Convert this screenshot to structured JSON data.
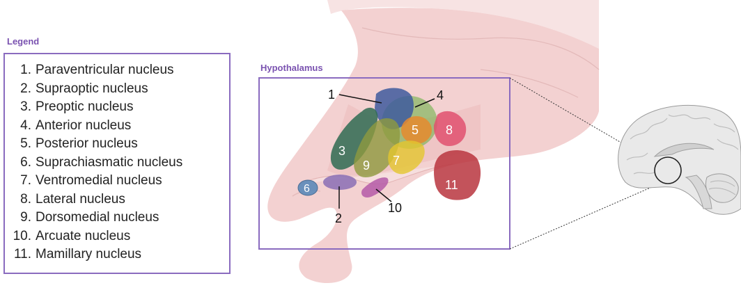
{
  "legend": {
    "title": "Legend",
    "items": [
      {
        "num": "1.",
        "label": "Paraventricular nucleus"
      },
      {
        "num": "2.",
        "label": "Supraoptic nucleus"
      },
      {
        "num": "3.",
        "label": "Preoptic nucleus"
      },
      {
        "num": "4.",
        "label": "Anterior nucleus"
      },
      {
        "num": "5.",
        "label": "Posterior nucleus"
      },
      {
        "num": "6.",
        "label": "Suprachiasmatic nucleus"
      },
      {
        "num": "7.",
        "label": "Ventromedial nucleus"
      },
      {
        "num": "8.",
        "label": "Lateral nucleus"
      },
      {
        "num": "9.",
        "label": "Dorsomedial nucleus"
      },
      {
        "num": "10.",
        "label": "Arcuate nucleus"
      },
      {
        "num": "11.",
        "label": "Mamillary nucleus"
      }
    ]
  },
  "diagram": {
    "title": "Hypothalamus",
    "labels": {
      "n1": "1",
      "n2": "2",
      "n3": "3",
      "n4": "4",
      "n5": "5",
      "n6": "6",
      "n7": "7",
      "n8": "8",
      "n9": "9",
      "n10": "10",
      "n11": "11"
    }
  },
  "colors": {
    "accent": "#8a6bbf",
    "tissue": "#f2d3d3",
    "paraventricular": "#3e5a9e",
    "supraoptic": "#8a6fb5",
    "preoptic": "#2f6b52",
    "anterior": "#6fb04a",
    "posterior": "#e68a2e",
    "suprachiasmatic": "#5b88b8",
    "ventromedial": "#e3c62e",
    "lateral": "#e0506e",
    "dorsomedial": "#8f9a3e",
    "arcuate": "#b45aa8",
    "mamillary": "#b8353e"
  }
}
